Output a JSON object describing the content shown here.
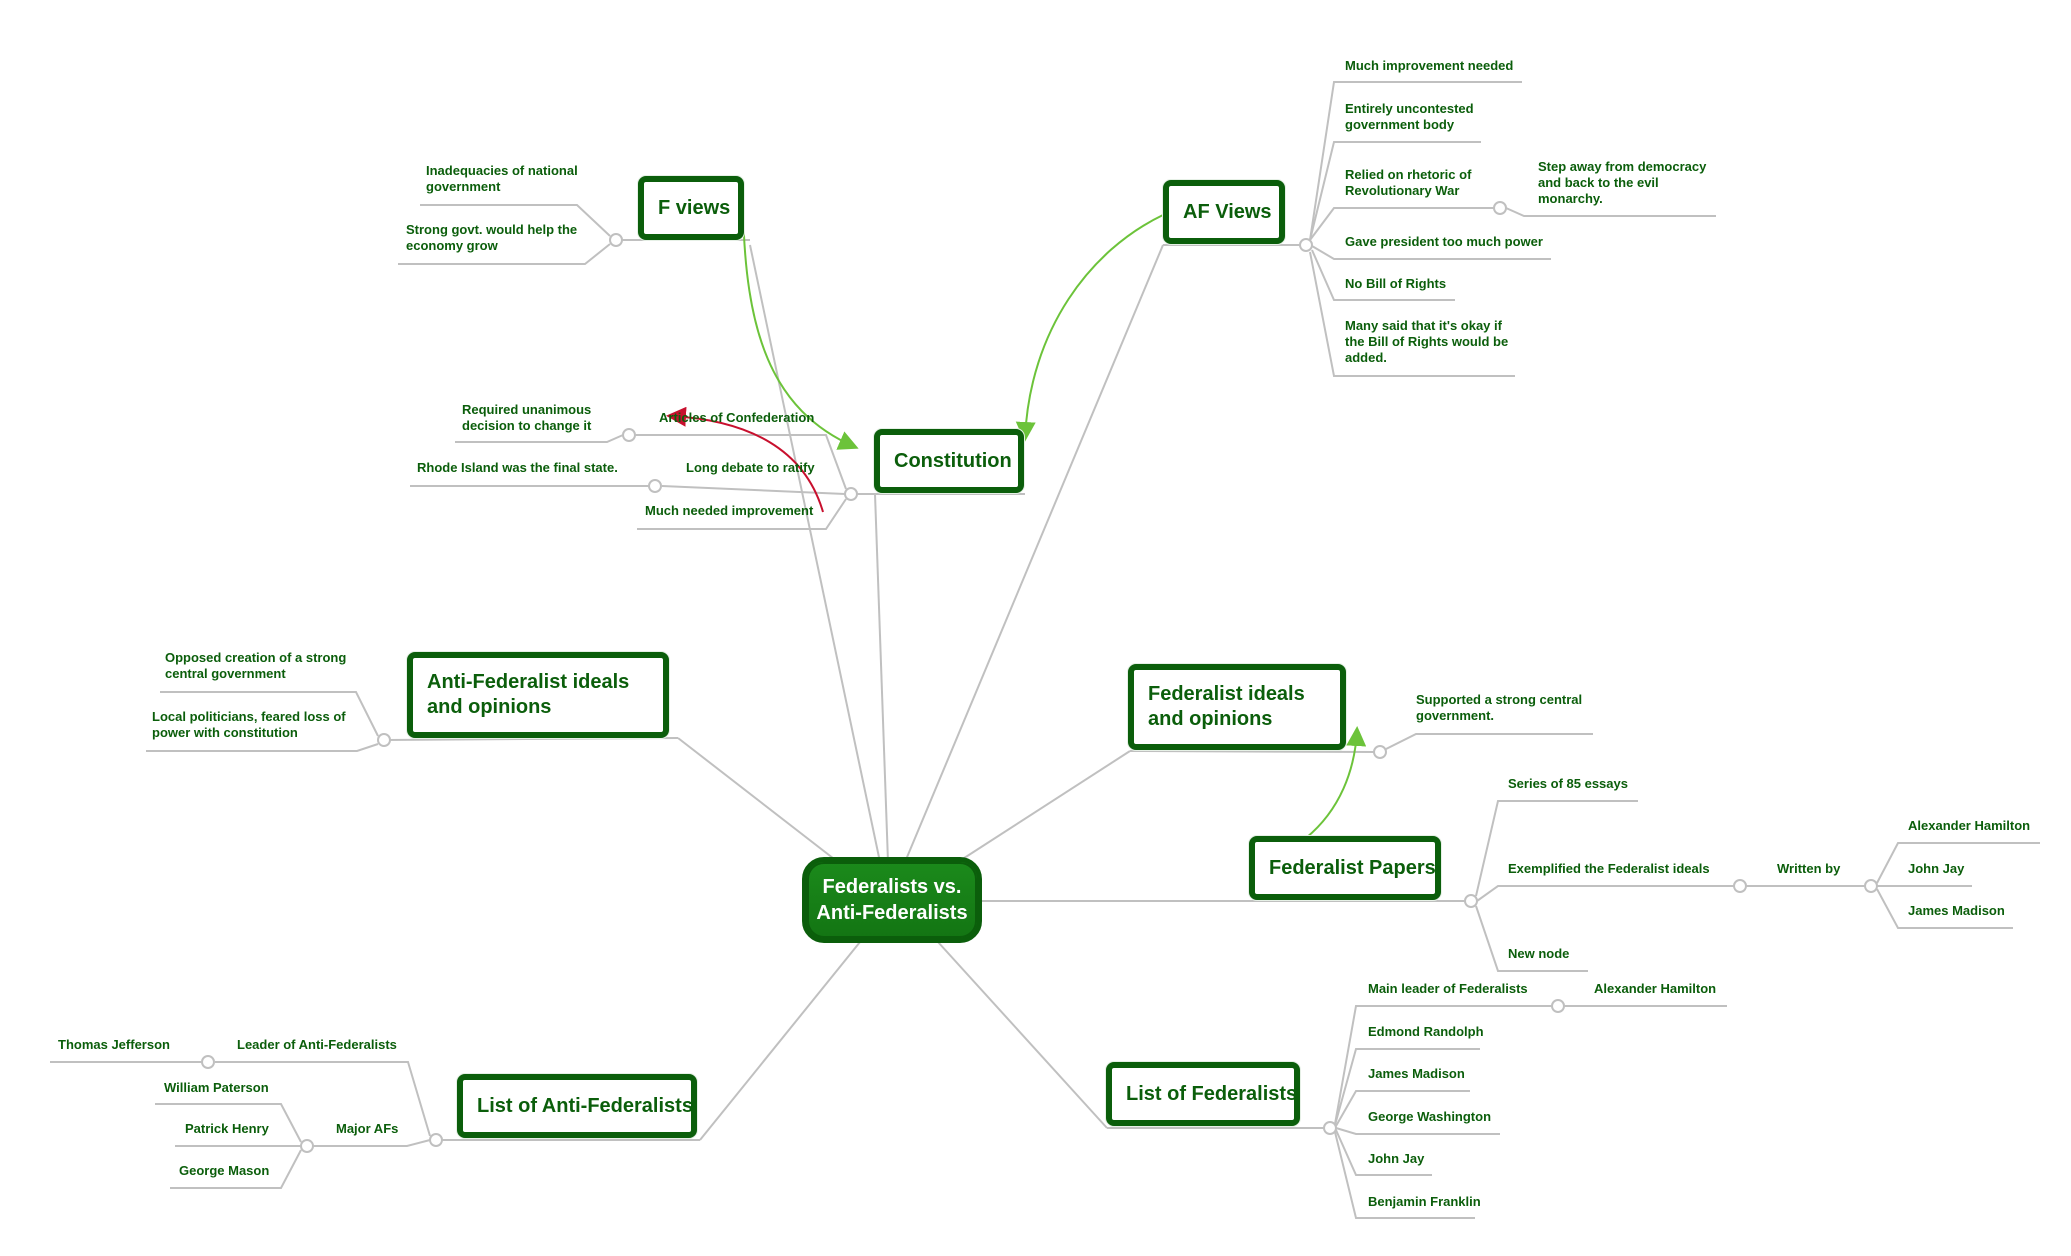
{
  "central": {
    "title": "Federalists vs.\nAnti-Federalists"
  },
  "topics": {
    "f_views": "F views",
    "af_views": "AF Views",
    "constitution": "Constitution",
    "anti_fed_ideals": "Anti-Federalist ideals and opinions",
    "fed_ideals": "Federalist ideals and opinions",
    "fed_papers": "Federalist Papers",
    "list_anti_feds": "List of Anti-Federalists",
    "list_feds": "List of Federalists"
  },
  "f_views_items": [
    "Inadequacies of national government",
    "Strong govt. would help the economy grow"
  ],
  "af_views_items": {
    "i1": "Much improvement needed",
    "i2": "Entirely uncontested government body",
    "i3": "Relied on rhetoric of Revolutionary War",
    "i3_child": "Step away from democracy and back to the evil monarchy.",
    "i4": "Gave president too much power",
    "i5": "No Bill of Rights",
    "i6": "Many said that it's okay if the Bill of Rights would be added."
  },
  "constitution_items": {
    "articles": "Articles of Confederation",
    "articles_child": "Required unanimous decision to change it",
    "debate": "Long debate to ratify",
    "debate_child": "Rhode Island was the final state.",
    "improvement": "Much needed improvement"
  },
  "anti_fed_ideal_items": [
    "Opposed creation of a strong central government",
    "Local politicians, feared loss of power with constitution"
  ],
  "fed_ideal_items": [
    "Supported a strong central government."
  ],
  "fed_papers_items": {
    "essays": "Series of 85 essays",
    "exemplified": "Exemplified the Federalist ideals",
    "written_by": "Written by",
    "authors": [
      "Alexander Hamilton",
      "John Jay",
      "James Madison"
    ],
    "new_node": "New node"
  },
  "list_feds_items": {
    "main_leader": "Main leader of Federalists",
    "main_leader_child": "Alexander Hamilton",
    "others": [
      "Edmond Randolph",
      "James Madison",
      "George Washington",
      "John Jay",
      "Benjamin Franklin"
    ]
  },
  "list_anti_feds_items": {
    "leader": "Leader of Anti-Federalists",
    "leader_child": "Thomas Jefferson",
    "major": "Major AFs",
    "major_children": [
      "William Paterson",
      "Patrick Henry",
      "George Mason"
    ]
  },
  "colors": {
    "theme_green": "#0b5e0b",
    "central_fill": "#168016",
    "branch_line": "#c0c0c0",
    "relationship_green": "#6cc33a",
    "relationship_red": "#c8102e"
  }
}
